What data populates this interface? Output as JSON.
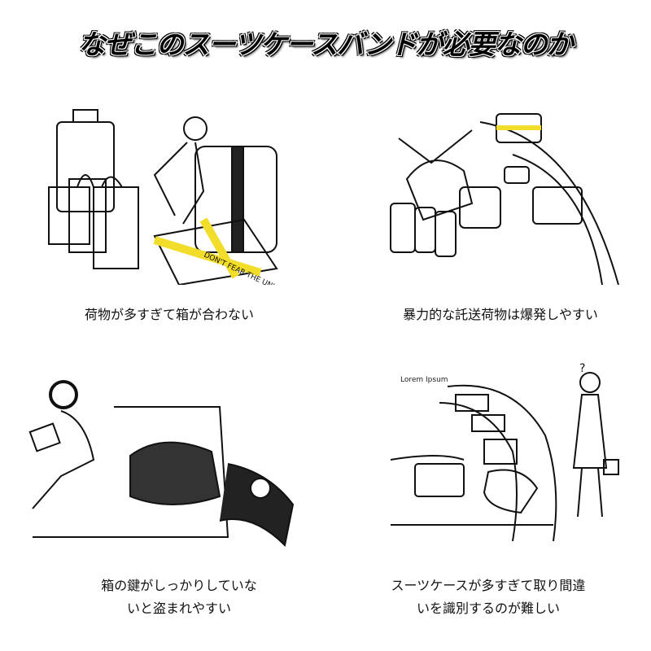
{
  "title": "なぜこのスーツケースバンドが必要なのか",
  "panels": [
    {
      "caption_lines": [
        "荷物が多すぎて箱が合わない"
      ],
      "illustration_text": "DON'T FEAR THE UNKNOWN"
    },
    {
      "caption_lines": [
        "暴力的な託送荷物は爆発しやすい"
      ]
    },
    {
      "caption_lines": [
        "箱の鍵がしっかりしていな",
        "いと盗まれやすい"
      ]
    },
    {
      "caption_lines": [
        "スーツケースが多すぎて取り間違",
        "いを識別するのが難しい"
      ],
      "illustration_text": "Lorem Ipsum"
    }
  ],
  "colors": {
    "band": "#f2dd2a",
    "ink": "#111111"
  }
}
